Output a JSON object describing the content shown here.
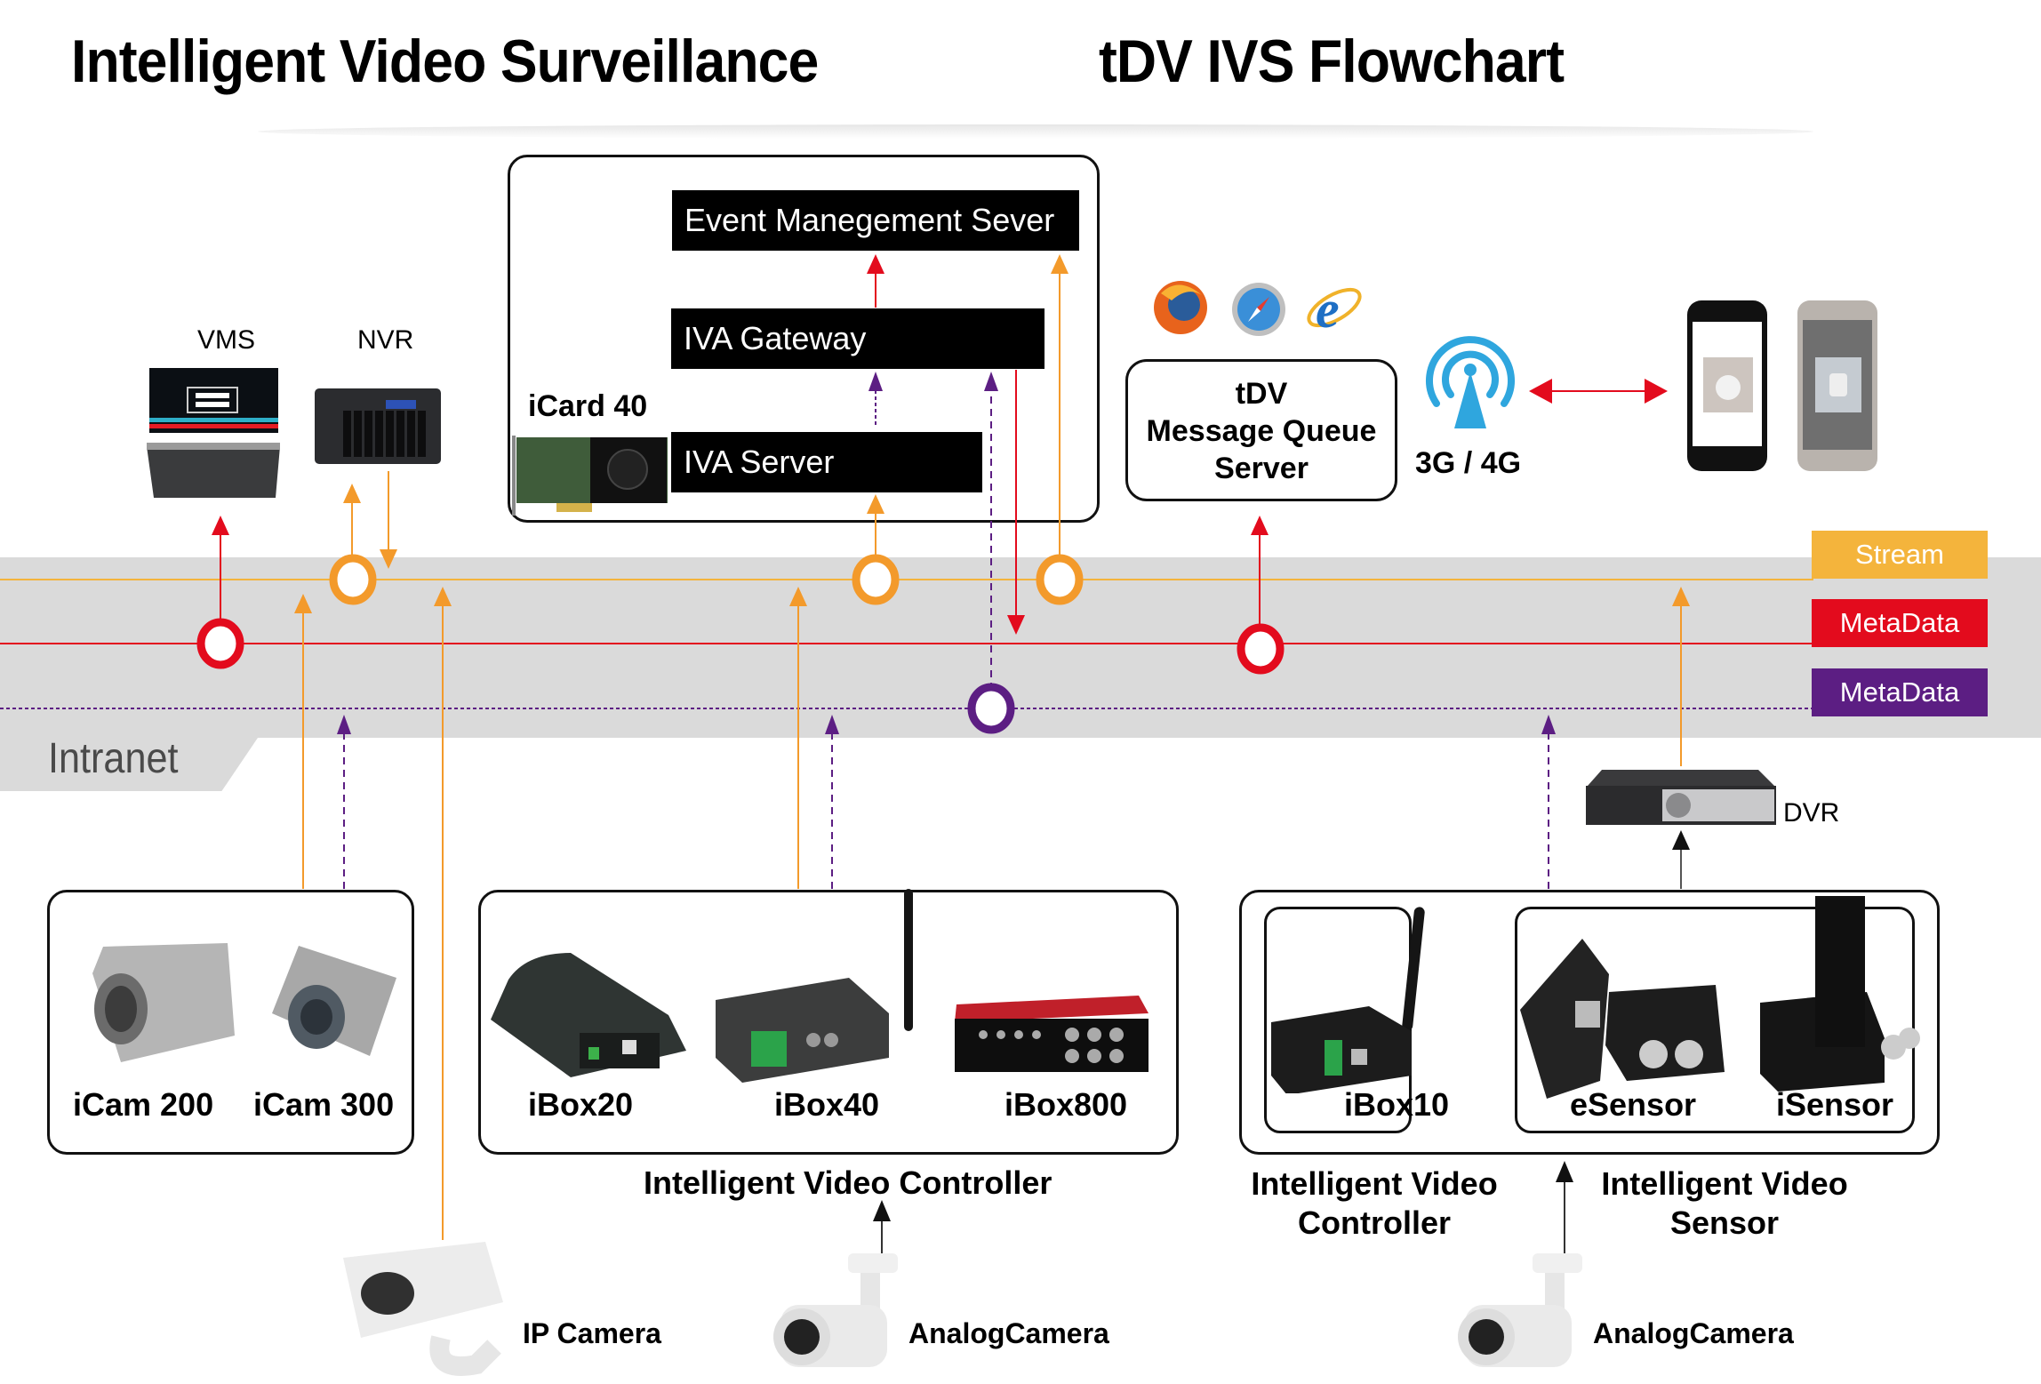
{
  "header": {
    "title_left": "Intelligent Video Surveillance",
    "title_right": "tDV IVS Flowchart"
  },
  "network": {
    "zone_label": "Intranet",
    "legend": [
      {
        "label": "Stream",
        "color": "#f4b43c"
      },
      {
        "label": "MetaData",
        "color": "#e30b1d"
      },
      {
        "label": "MetaData",
        "color": "#5c1e83"
      }
    ],
    "line_colors": {
      "stream": "#f39a2b",
      "metadata_red": "#e30b1d",
      "metadata_purple": "#5c1e83"
    }
  },
  "servers": {
    "vms_label": "VMS",
    "nvr_label": "NVR",
    "icard_label": "iCard 40",
    "event_server": "Event Manegement Sever",
    "iva_gateway": "IVA Gateway",
    "iva_server": "IVA Server",
    "mq_server": [
      "tDV",
      "Message Queue",
      "Server"
    ],
    "browsers": [
      "firefox-icon",
      "safari-icon",
      "internet-explorer-icon"
    ],
    "mobile_network_label": "3G / 4G",
    "mobile_devices": [
      "ios-phone",
      "android-phone"
    ]
  },
  "devices": {
    "cameras": [
      "iCam 200",
      "iCam 300"
    ],
    "controllers": [
      "iBox20",
      "iBox40",
      "iBox800"
    ],
    "controller_group_label": "Intelligent Video Controller",
    "edge_controller": "iBox10",
    "sensors": [
      "eSensor",
      "iSensor"
    ],
    "edge_controller_group_label": [
      "Intelligent Video",
      "Controller"
    ],
    "sensor_group_label": [
      "Intelligent Video",
      "Sensor"
    ],
    "dvr_label": "DVR",
    "ip_camera_label": "IP Camera",
    "analog_camera_label": "AnalogCamera",
    "analog_camera_label_2": "AnalogCamera"
  }
}
